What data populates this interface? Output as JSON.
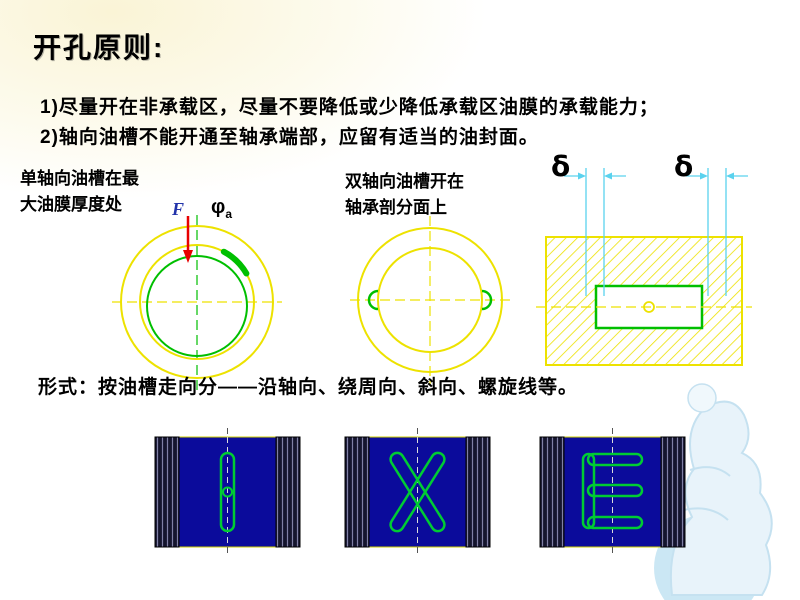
{
  "slide": {
    "title": "开孔原则:",
    "points": [
      "1)尽量开在非承载区，尽量不要降低或少降低承载区油膜的承载能力；",
      "2)轴向油槽不能开通至轴承端部，应留有适当的油封面。"
    ],
    "left_label_line1": "单轴向油槽在最",
    "left_label_line2": "大油膜厚度处",
    "force_symbol": "F",
    "phi_symbol": "φ",
    "phi_sub": "a",
    "mid_label_line1": "双轴向油槽开在",
    "mid_label_line2": "轴承剖分面上",
    "delta_left": "δ",
    "delta_right": "δ",
    "forms_text": "形式：按油槽走向分——沿轴向、绕周向、斜向、螺旋线等。"
  },
  "colors": {
    "drawing_yellow": "#ede200",
    "drawing_green": "#00bf00",
    "groove_green": "#00cc33",
    "block_navy": "#0b0b9b",
    "force_red": "#e80000",
    "dimension_cyan": "#5ad2ee",
    "text_black": "#000000"
  }
}
